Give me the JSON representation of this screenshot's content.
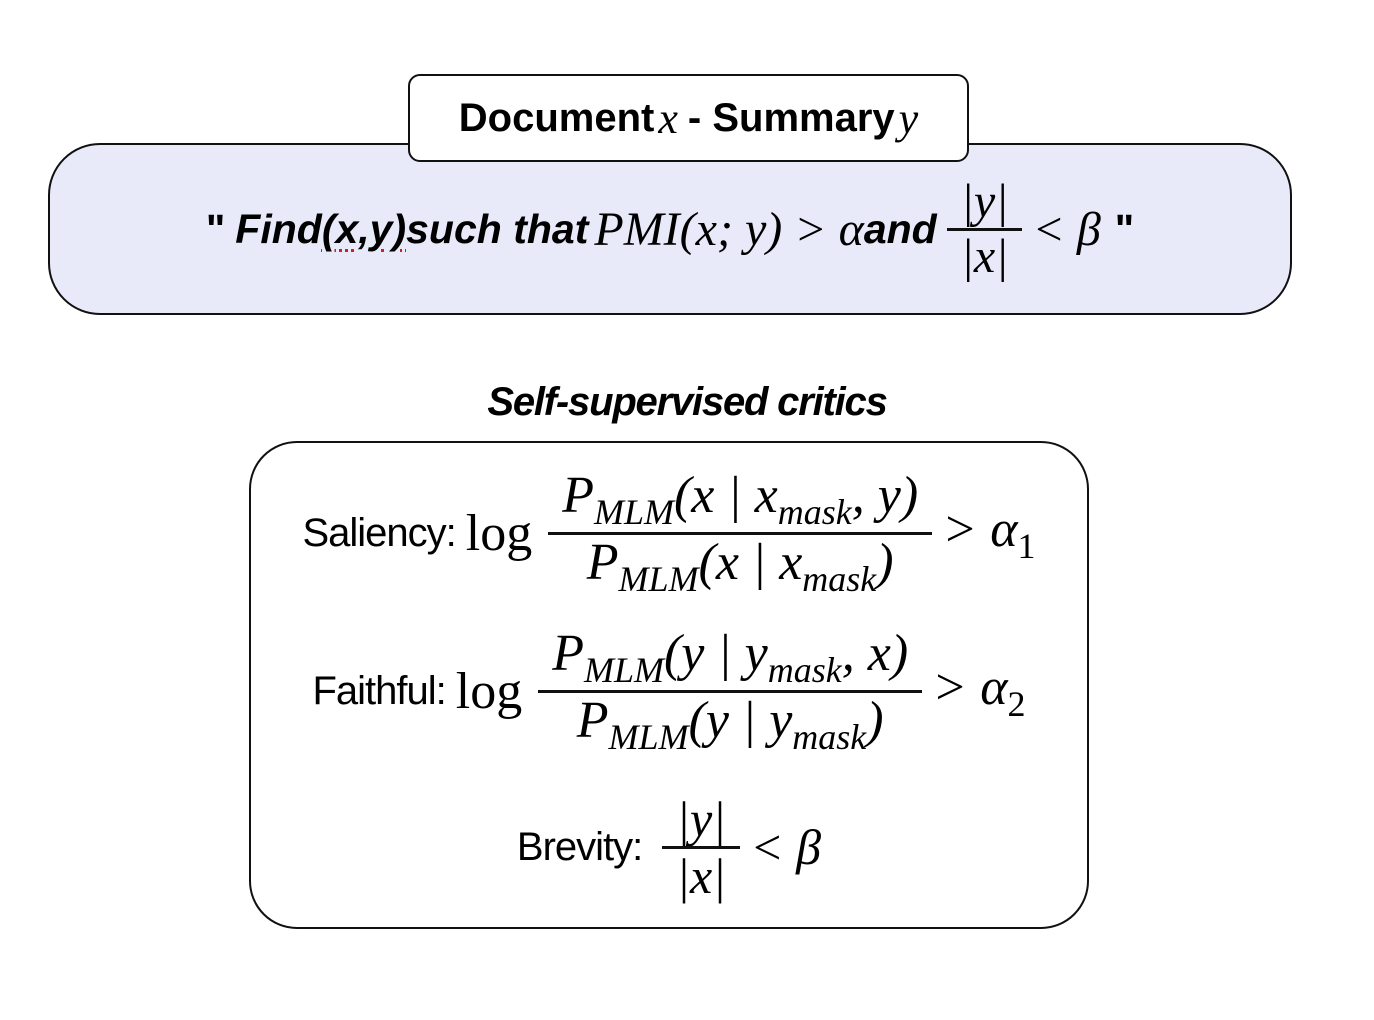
{
  "doc_tab": {
    "prefix": "Document ",
    "x_var": "x",
    "middle": " - Summary ",
    "y_var": "y"
  },
  "objective": {
    "open_quote": "\"",
    "find": "Find ",
    "xy": "(x,y)",
    "such_that": " such that ",
    "pmi": "PMI(x; y) > α",
    "and": " and ",
    "frac_num": "|y|",
    "frac_den": "|x|",
    "lt_beta": "< β",
    "close_quote": "\""
  },
  "critics": {
    "title": "Self-supervised critics",
    "saliency": {
      "label": "Saliency:",
      "log": "log",
      "num_p": "P",
      "num_sub": "MLM",
      "num_body_a": "(x | x",
      "num_body_sub": "mask",
      "num_body_b": ", y)",
      "den_p": "P",
      "den_sub": "MLM",
      "den_body_a": "(x | x",
      "den_body_sub": "mask",
      "den_body_b": ")",
      "rhs": "> α",
      "rhs_sub": "1"
    },
    "faithful": {
      "label": "Faithful:",
      "log": "log",
      "num_p": "P",
      "num_sub": "MLM",
      "num_body_a": "(y | y",
      "num_body_sub": "mask",
      "num_body_b": ", x)",
      "den_p": "P",
      "den_sub": "MLM",
      "den_body_a": "(y | y",
      "den_body_sub": "mask",
      "den_body_b": ")",
      "rhs": "> α",
      "rhs_sub": "2"
    },
    "brevity": {
      "label": "Brevity:",
      "frac_num": "|y|",
      "frac_den": "|x|",
      "rhs": "< β"
    }
  },
  "colors": {
    "objective_fill": "#e8eafa",
    "border": "#111111",
    "spellcheck_underline": "#d02020"
  }
}
